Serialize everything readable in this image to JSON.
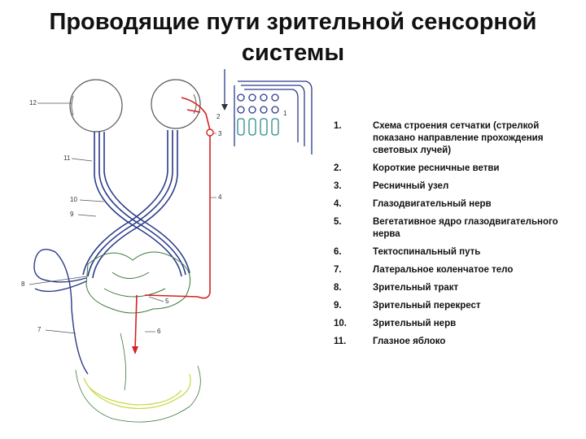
{
  "title": {
    "line1": "Проводящие пути зрительной сенсорной",
    "line2": "системы"
  },
  "legend": [
    {
      "num": "1.",
      "text": "Схема строения сетчатки (стрелкой показано направление прохождения световых лучей)"
    },
    {
      "num": "2.",
      "text": "Короткие ресничные ветви"
    },
    {
      "num": "3.",
      "text": "Ресничный узел"
    },
    {
      "num": "4.",
      "text": "Глазодвигательный нерв"
    },
    {
      "num": "5.",
      "text": "Вегетативное ядро глазодвигательного  нерва"
    },
    {
      "num": "6.",
      "text": "Тектоспинальный путь"
    },
    {
      "num": "7.",
      "text": "Латеральное коленчатое тело"
    },
    {
      "num": "8.",
      "text": "Зрительный тракт"
    },
    {
      "num": "9.",
      "text": "Зрительный перекрест"
    },
    {
      "num": "10.",
      "text": "Зрительный нерв"
    },
    {
      "num": "11.",
      "text": "Глазное яблоко"
    }
  ],
  "diagram_labels": {
    "l1": "1",
    "l2": "2",
    "l3": "3",
    "l4": "4",
    "l5": "5",
    "l6": "6",
    "l7": "7",
    "l8": "8",
    "l9": "9",
    "l10": "10",
    "l11": "11",
    "l12": "12"
  },
  "colors": {
    "nerve": "#2a3a8a",
    "reflex": "#d82020",
    "brain": "#3a7a3a",
    "cortex": "#c8d840"
  }
}
